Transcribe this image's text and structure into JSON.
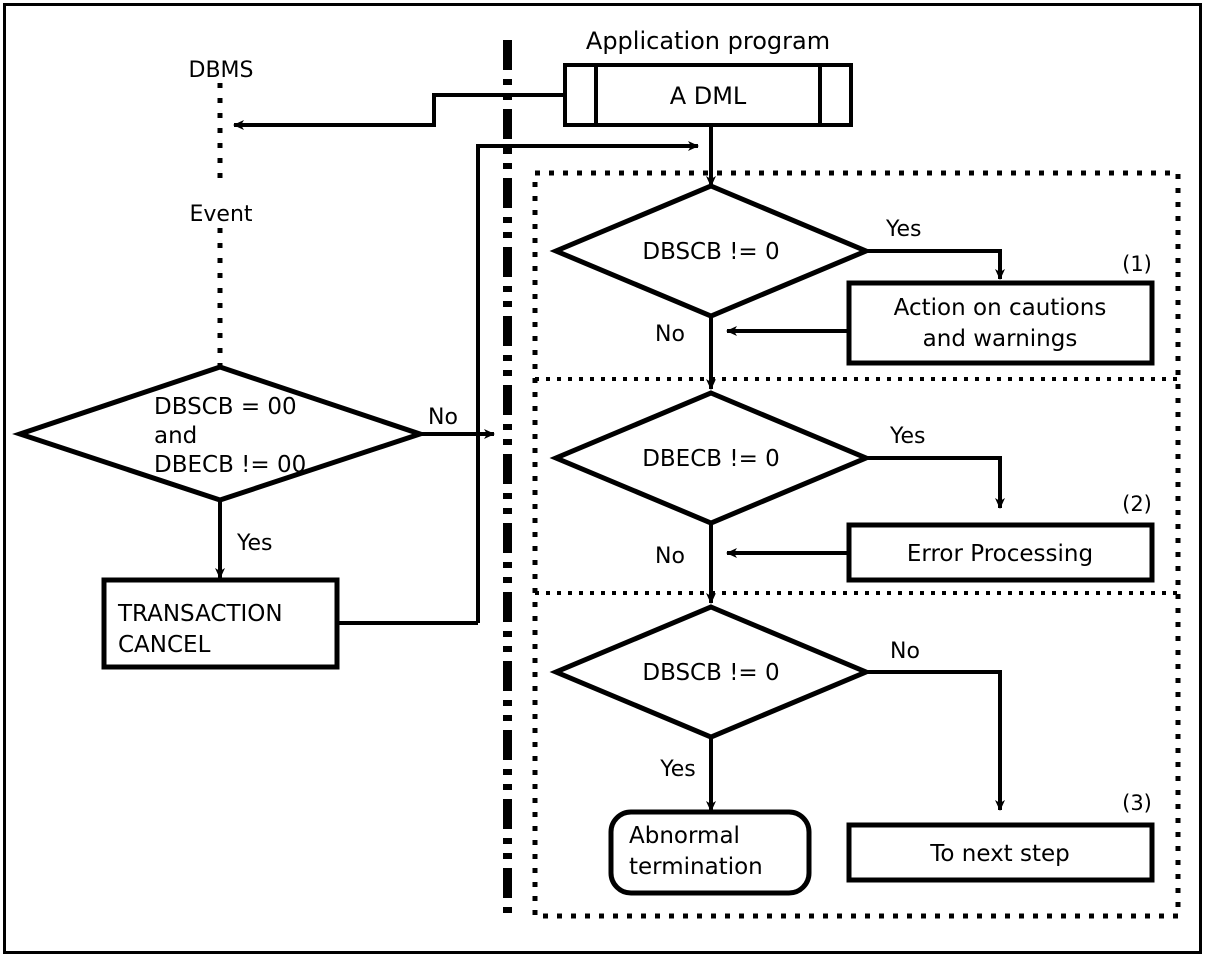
{
  "diagram": {
    "title_app_program": "Application program",
    "dml_label": "A DML",
    "dbms_label": "DBMS",
    "event_label": "Event",
    "left_decision": {
      "line1": "DBSCB = 00",
      "line2": "and",
      "line3": "DBECB != 00",
      "branch_no": "No",
      "branch_yes": "Yes"
    },
    "transaction_cancel": {
      "line1": "TRANSACTION",
      "line2": "CANCEL"
    },
    "sections": [
      {
        "tag": "(1)",
        "decision": "DBSCB != 0",
        "yes_label": "Yes",
        "no_label": "No",
        "action_line1": "Action on cautions",
        "action_line2": "and warnings"
      },
      {
        "tag": "(2)",
        "decision": "DBECB != 0",
        "yes_label": "Yes",
        "no_label": "No",
        "action_line1": "Error Processing",
        "action_line2": ""
      },
      {
        "tag": "(3)",
        "decision": "DBSCB != 0",
        "yes_label": "Yes",
        "no_label": "No",
        "terminal_line1": "Abnormal",
        "terminal_line2": "termination",
        "next_step": "To next step"
      }
    ],
    "colors": {
      "stroke": "#000000",
      "background": "#ffffff",
      "text": "#000000"
    }
  }
}
